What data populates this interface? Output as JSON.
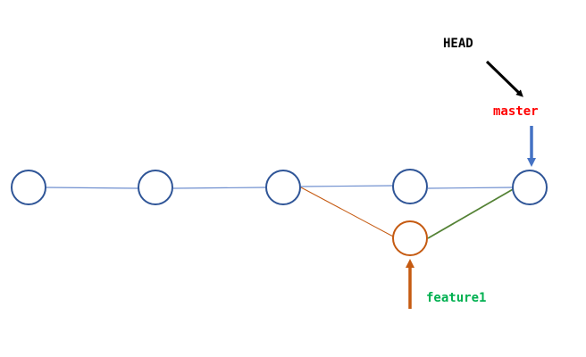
{
  "labels": {
    "head": "HEAD",
    "master": "master",
    "feature": "feature1"
  },
  "colors": {
    "main_node_stroke": "#2f5597",
    "main_edge": "#6f8fcf",
    "feature_node_stroke": "#c55a11",
    "feature_edge": "#c55a11",
    "merge_edge": "#548235",
    "head_arrow": "#000000",
    "master_arrow": "#4472c4",
    "feature_arrow": "#c55a11",
    "head_text": "#000000",
    "master_text": "#ff0000",
    "feature_text": "#00b050"
  }
}
